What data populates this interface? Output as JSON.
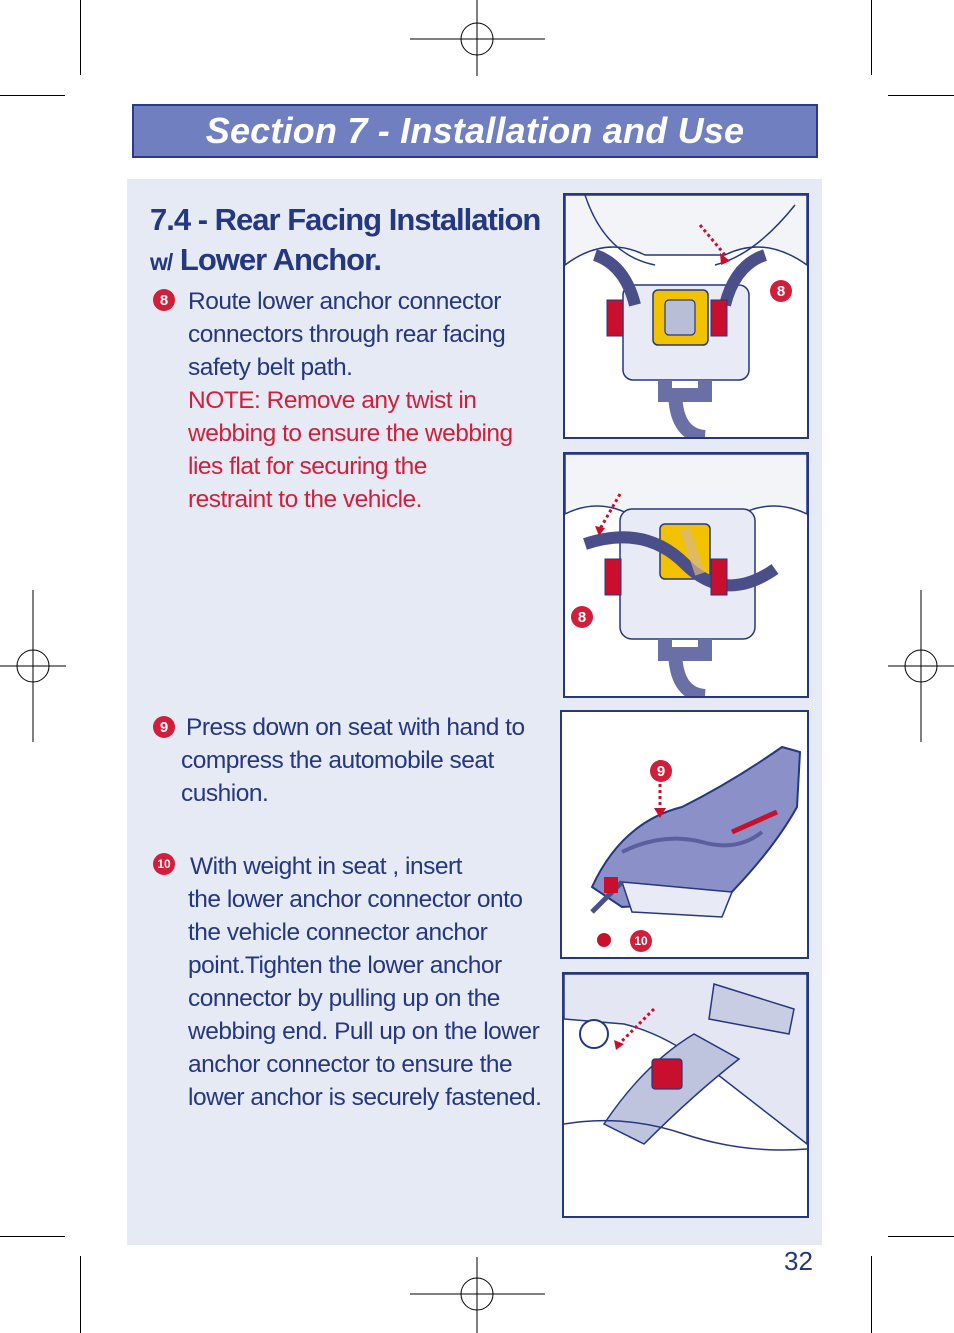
{
  "section_title": "Section 7 - Installation and Use",
  "subsection": {
    "title_line1": "7.4 - Rear Facing Installation",
    "title_prefix": "w/",
    "title_line2": " Lower Anchor."
  },
  "steps": [
    {
      "number": "8",
      "lines": [
        "Route lower anchor connector",
        "connectors through rear facing",
        "safety belt path."
      ],
      "note_lines": [
        "NOTE: Remove any twist in",
        "webbing to ensure the webbing",
        "lies flat for securing the",
        "restraint to the vehicle."
      ]
    },
    {
      "number": "9",
      "lines": [
        "Press down on seat with hand to",
        "compress the automobile seat",
        "cushion."
      ]
    },
    {
      "number": "10",
      "lines": [
        "With weight in seat , insert",
        "the lower anchor connector onto",
        "the vehicle connector anchor",
        "point.Tighten the lower anchor",
        "connector by pulling up on the",
        "webbing end. Pull up on the lower",
        "anchor connector to ensure the",
        "lower anchor is securely fastened."
      ]
    }
  ],
  "figures": [
    {
      "label": "8"
    },
    {
      "label": "8"
    },
    {
      "label_top": "9",
      "label_bottom": "10"
    },
    {
      "label": ""
    }
  ],
  "page_number": "32",
  "colors": {
    "banner": "#6f7fbf",
    "navy": "#24377f",
    "red": "#d11f3b",
    "panel": "#e6eaf4"
  }
}
